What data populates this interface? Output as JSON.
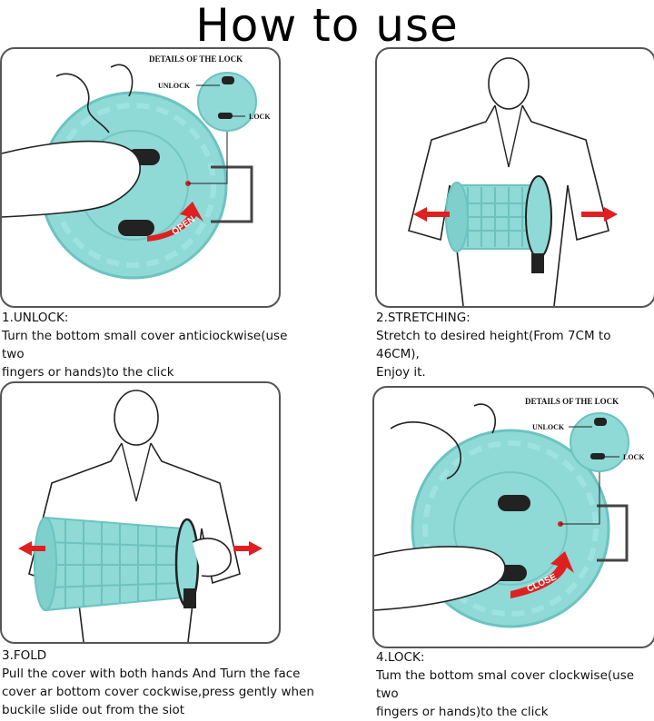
{
  "title": "How to use",
  "colors": {
    "product": "#8fd9d6",
    "product_dark": "#6cc3c0",
    "arrow": "#e02020",
    "line": "#222222"
  },
  "panels": [
    {
      "details_label": "DETAILS OF THE LOCK",
      "unlock_label": "UNLOCK",
      "lock_label": "LOCK",
      "badge_text": "OPEN",
      "heading": "1.UNLOCK:",
      "text": [
        "Turn the bottom small cover anticiockwise(use two",
        "fingers or hands)to the click"
      ]
    },
    {
      "heading": "2.STRETCHING:",
      "text": [
        "Stretch to desired height(From 7CM to 46CM),",
        "Enjoy it."
      ]
    },
    {
      "heading": "3.FOLD",
      "text": [
        "Pull the cover with both hands And Turn the face",
        "cover ar bottom cover cockwise,press gently when",
        "buckile slide out from the siot"
      ]
    },
    {
      "details_label": "DETAILS OF THE LOCK",
      "unlock_label": "UNLOCK",
      "lock_label": "LOCK",
      "badge_text": "CLOSE",
      "heading": "4.LOCK:",
      "text": [
        "Tum the bottom smal cover clockwise(use two",
        "fingers or hands)to the click"
      ]
    }
  ]
}
